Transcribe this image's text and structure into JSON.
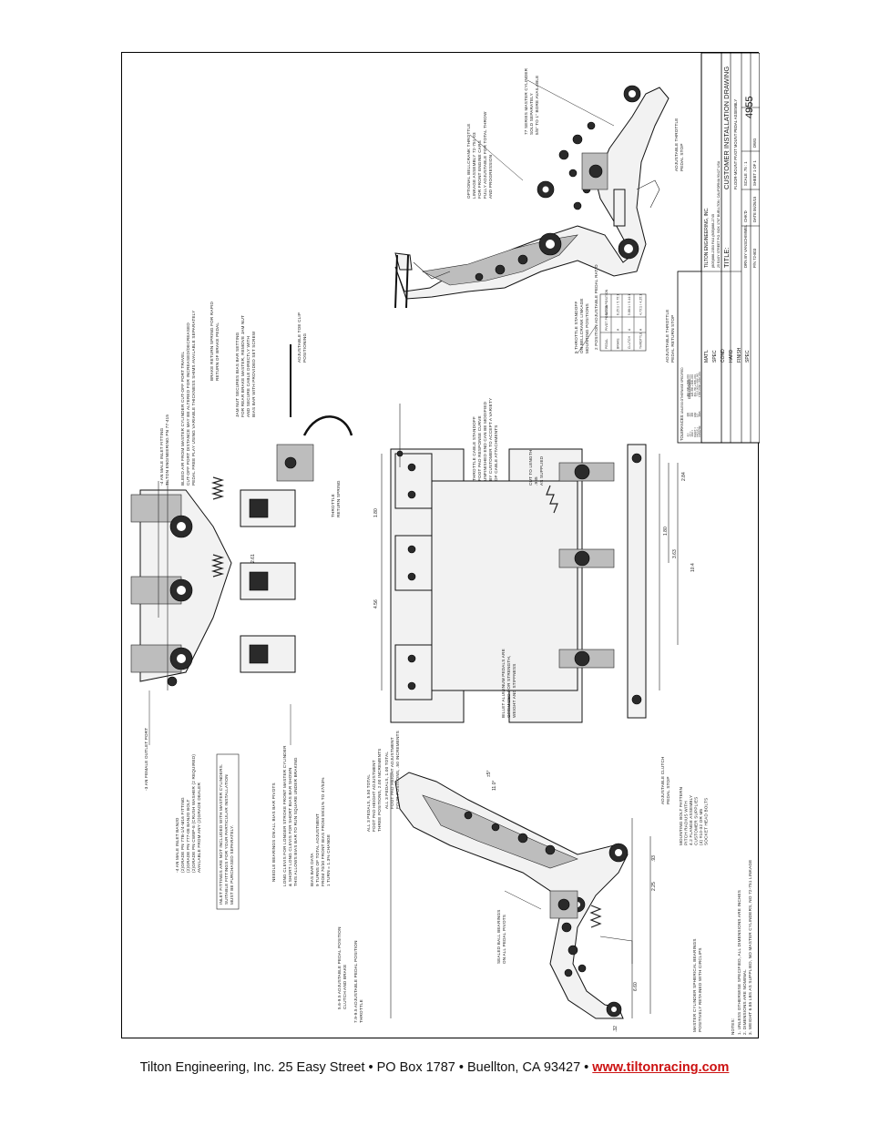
{
  "footer": {
    "company_line": "Tilton Engineering, Inc. 25 Easy Street • PO Box 1787 • Buellton, CA 93427 •",
    "website": "www.tiltonracing.com"
  },
  "title_block": {
    "company": "TILTON ENGINEERING, INC.",
    "phone_line": "(805)688-2353   FAX (805)688-2745",
    "address_line": "25 EASY STREET   P.O. BOX 1787   BUELLTON, CALIFORNIA 93427 USA",
    "title_label": "TITLE:",
    "title_line1": "CUSTOMER INSTALLATION DRAWING",
    "title_line2": "FLOOR-MOUNT PIVOT MOUNT PEDAL ASSEMBLY",
    "drawn_by": "DRN BY VANSCHIMMEL",
    "chkd": "CHK'D",
    "scale": "SCALE .75 : 1",
    "pn": "P/N    72-803",
    "date": "DATE    06/26/15",
    "sheet": "SHEET 1 OF 1",
    "dwg_label": "DWG",
    "dwg_number": "4955"
  },
  "tolerances": {
    "header": "TOLERANCES:",
    "unless": "UNLESS OTHERWISE SPECIFIED",
    "drill_header": "DRILL HOLES",
    "rows": [
      {
        "label": ".X ±",
        "value": ".030",
        "drill": ".010-.040 +.002/-.001"
      },
      {
        "label": ".XX ±",
        "value": ".010",
        "drill": ".041-.125 +.003/-.001"
      },
      {
        "label": ".XXX ±",
        "value": ".005",
        "drill": ".126-.500 +.004/-.001"
      },
      {
        "label": "FRACT ±",
        "value": "1/64",
        "drill": ".501-.750 +.005/-.001"
      },
      {
        "label": "ANGLE ±",
        "value": "1/2°",
        "drill": ".751-1.000 +.006/-.001"
      },
      {
        "label": "CONC/TIR",
        "value": ".0005",
        "drill": "1.001-2.000 +.010/-.001"
      }
    ],
    "mat_rows": [
      "MAT'L",
      "SPEC",
      "COND",
      "HARD",
      "FINISH",
      "SPEC"
    ]
  },
  "notes": {
    "header": "NOTES:",
    "items": [
      "1. UNLESS OTHERWISE SPECIFIED, ALL DIMENSIONS ARE INCHES",
      "2. DIMENSIONS ARE NOMINAL",
      "3. WEIGHT 6.85 LBS AS SUPPLIED, NO MASTER CYLINDERS, NO 72-751 LINKAGE"
    ]
  },
  "labels": {
    "outlet_port": "-3 AN FEMALE OUTLET PORT",
    "inlet_banjo": [
      "-4 AN MALE INLET BANJO",
      "(2)GRADE PN 77B-1/4-M16 FITTING",
      "(2)GRADE PN 777-08 BANJO BOLT",
      "(2)GRADE PN CW8P-8 (CRUSH WASHER (2 REQUIRED)",
      "AVAILABLE FROM ANY (2)GRADE DEALER"
    ],
    "inlet_box": [
      "INLET FITTINGS ARE NOT INCLUDED WITH MASTER CYLINDERS.",
      "SUITABLE FITTINGS FOR YOUR PARTICULAR INSTALLATION",
      "MUST BE PURCHASED SEPARATELY."
    ],
    "needle_bearings": "NEEDLE BEARINGS ON ALL BIAS BAR PIVOTS",
    "long_clevis": [
      "LONG CLEVIS FOR LONGER STROKE FRONT MASTER CYLINDER",
      "& SHORT LONG CLEVIS FOR SHORT BIAS BAR SHOWN",
      "THIS ALLOWS BIAS BAR TO RUN SQUARE UNDER BRAKING"
    ],
    "bias_bar": [
      "BIAS BAR DATA",
      "9 TURNS OF TOTAL ADJUSTMENT",
      "FROM 70/30 FRONT BIAS FROM 59/41% TO 47/53%",
      "1 TURN = 1.3% CHANGE"
    ],
    "inlet_fitting": [
      "-4 AN MALE INLET FITTING",
      "TILTON ENGINEERING PN 77-415"
    ],
    "bleeder": [
      "BLEED AIR FROM MASTER CYLINDER CUT-OFF PORT TRAVEL",
      "CUT-OFF PORT DISTANCE MAY BE ALTERED FOR INCREASED/DECREASED",
      "PEDAL FREE PLAY USING VARIABLE THICKNESS SHIMS AVAILABLE SEPARATELY"
    ],
    "return_spring": [
      "BRAKE RETURN SPRING FOR RAPID",
      "RETURN OF BRAKE PEDAL"
    ],
    "jam_nut": [
      "JAM NUT SECURES BIAS BAR SETTING",
      "FOR REAR BRAKE MASTER, REMOVE JAM NUT",
      "AND SECURE CABLE DIRECTLY WITH",
      "BIAS BAR WITH PROVIDED SET SCREW"
    ],
    "clip_position": [
      "ADJUSTABLE TOE CLIP",
      "POSITIONING"
    ],
    "throttle_spring": [
      "THROTTLE",
      "RETURN SPRING"
    ],
    "pedal_height": [
      "ALL 3 PEDALS, 5.50 TOTAL",
      "FOOT PAD HEIGHT ADJUSTMENT",
      "THREE POSITIONS, 2.00 INCREMENTS"
    ],
    "pedal_pad": [
      "ALL 3 PEDALS, 1.00 TOTAL",
      "FOOT PAD HEIGHT ADJUSTMENT",
      "FOUR POSITIONS, .50 INCREMENTS"
    ],
    "billet_pads": [
      "BILLET ALUMINUM PEDALS ARE",
      "OPTIMIZED FOR STRENGTH,",
      "WEIGHT AND STIFFNESS"
    ],
    "cable_standoff": [
      "THROTTLE CABLE STANDOFF",
      "FOOT PAD RESPONSE CURVE",
      "UNFINISHED END CAN BE MODIFIED",
      "BY CUSTOMER TO ACCEPT A VARIETY",
      "OF CABLE ATTACHMENTS"
    ],
    "cut_to_length": [
      "CUT TO LENGTH",
      ".985",
      "AS SUPPLIED"
    ],
    "standoff_bellcrank": [
      "5 THROTTLE STANDOFF",
      "ON BELLCRANK LINKAGE",
      "MOUNTING POSITIONS"
    ],
    "ratio_table_title": "2 POSITION ADJUSTABLE PEDAL RATIO",
    "ratio_table": [
      [
        "PEDAL",
        "PIVOT POSITION",
        "RATIO POSITION"
      ],
      [
        "BRAKE",
        "A",
        "6.25:1 / 5.75:1"
      ],
      [
        "CLUTCH",
        "A",
        "5.88:1 / 5.44:1"
      ],
      [
        "THROTTLE",
        "A",
        "4.73:1 / 4.25:1"
      ]
    ],
    "adj_throttle_stop": [
      "ADJUSTABLE THROTTLE",
      "PEDAL RETURN STOP"
    ],
    "optional_bellcrank": [
      "OPTIONAL BELLCRANK THROTTLE",
      "LINKAGE ASSEMBLY 72-751-03",
      "FOR FRONT ENGINE CARS",
      "FULLY ADJUSTABLE FOR TOTAL THROW",
      "AND PROGRESSION"
    ],
    "master_cyl_series": [
      "77 SERIES MASTER CYLINDER",
      "SOLD SEPARATELY",
      "5/8\" TO 1\" BORE AVAILABLE"
    ],
    "adj_throttle_stop2": [
      "ADJUSTABLE THROTTLE",
      "PEDAL STOP"
    ],
    "clutch_stop": [
      "ADJUSTABLE CLUTCH",
      "PEDAL STOP"
    ],
    "mounting_bolt": [
      "MOUNTING BOLT PATTERN",
      "PITCH RADIUS WITH",
      "4.2 FLANGE ASSEMBLY",
      "CUSTOMER SUPPLIES",
      "(4) #10-32 OR M5",
      "SOCKET HEAD BOLTS"
    ],
    "sealed_bearings": [
      "SEALED BALL BEARINGS",
      "ON ALL PEDAL PIVOTS"
    ],
    "pos_clutch_brake": [
      "5.6-9.5 ADJUSTABLE PEDAL POSITION",
      "CLUTCH AND BRAKE"
    ],
    "pos_throttle": [
      "7.9-9.5 ADJUSTABLE PEDAL POSITION",
      "THROTTLE"
    ],
    "master_spherical": [
      "MASTER CYLINDER SPHERICAL BEARINGS",
      "POSITIVELY RETAINED WITH CIRCLIPS"
    ]
  },
  "dimensions": {
    "d_front_width": "2.61",
    "d_total": "4.56",
    "d_spacing": "1.80",
    "d_right1": "1.80",
    "d_right2": "3.63",
    "d_right3": "2.84",
    "d_overall": "10.4",
    "d_side_a": "6.60",
    "d_side_b": "2.25",
    "d_side_c": ".93",
    "d_side_d": ".32",
    "d_side_angle": "11.0°",
    "d_side_tol": "±5°"
  }
}
